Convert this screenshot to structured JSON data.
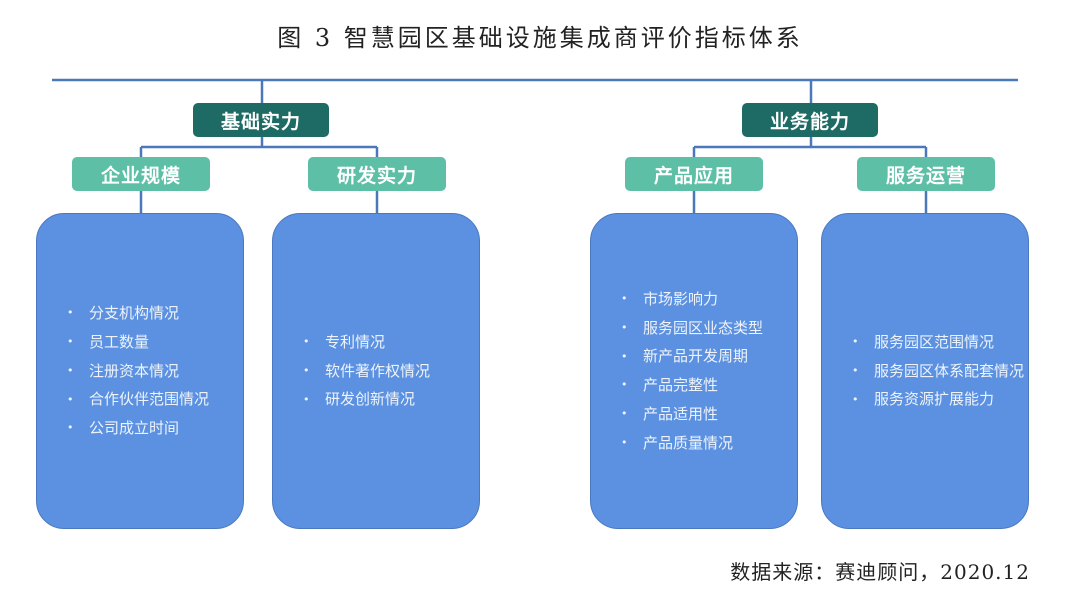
{
  "title": "图 3 智慧园区基础设施集成商评价指标体系",
  "branches": [
    {
      "label": "基础实力",
      "children": [
        {
          "label": "企业规模",
          "items": [
            "分支机构情况",
            "员工数量",
            "注册资本情况",
            "合作伙伴范围情况",
            "公司成立时间"
          ]
        },
        {
          "label": "研发实力",
          "items": [
            "专利情况",
            "软件著作权情况",
            "研发创新情况"
          ]
        }
      ]
    },
    {
      "label": "业务能力",
      "children": [
        {
          "label": "产品应用",
          "items": [
            "市场影响力",
            "服务园区业态类型",
            "新产品开发周期",
            "产品完整性",
            "产品适用性",
            "产品质量情况"
          ]
        },
        {
          "label": "服务运营",
          "items": [
            "服务园区范围情况",
            "服务园区体系配套情况",
            "服务资源扩展能力"
          ]
        }
      ]
    }
  ],
  "source": "数据来源：赛迪顾问，2020.12",
  "colors": {
    "line": "#4a78b8",
    "level1": "#1d6b64",
    "level2": "#5cbfa6",
    "leaf": "#5b91e0"
  }
}
